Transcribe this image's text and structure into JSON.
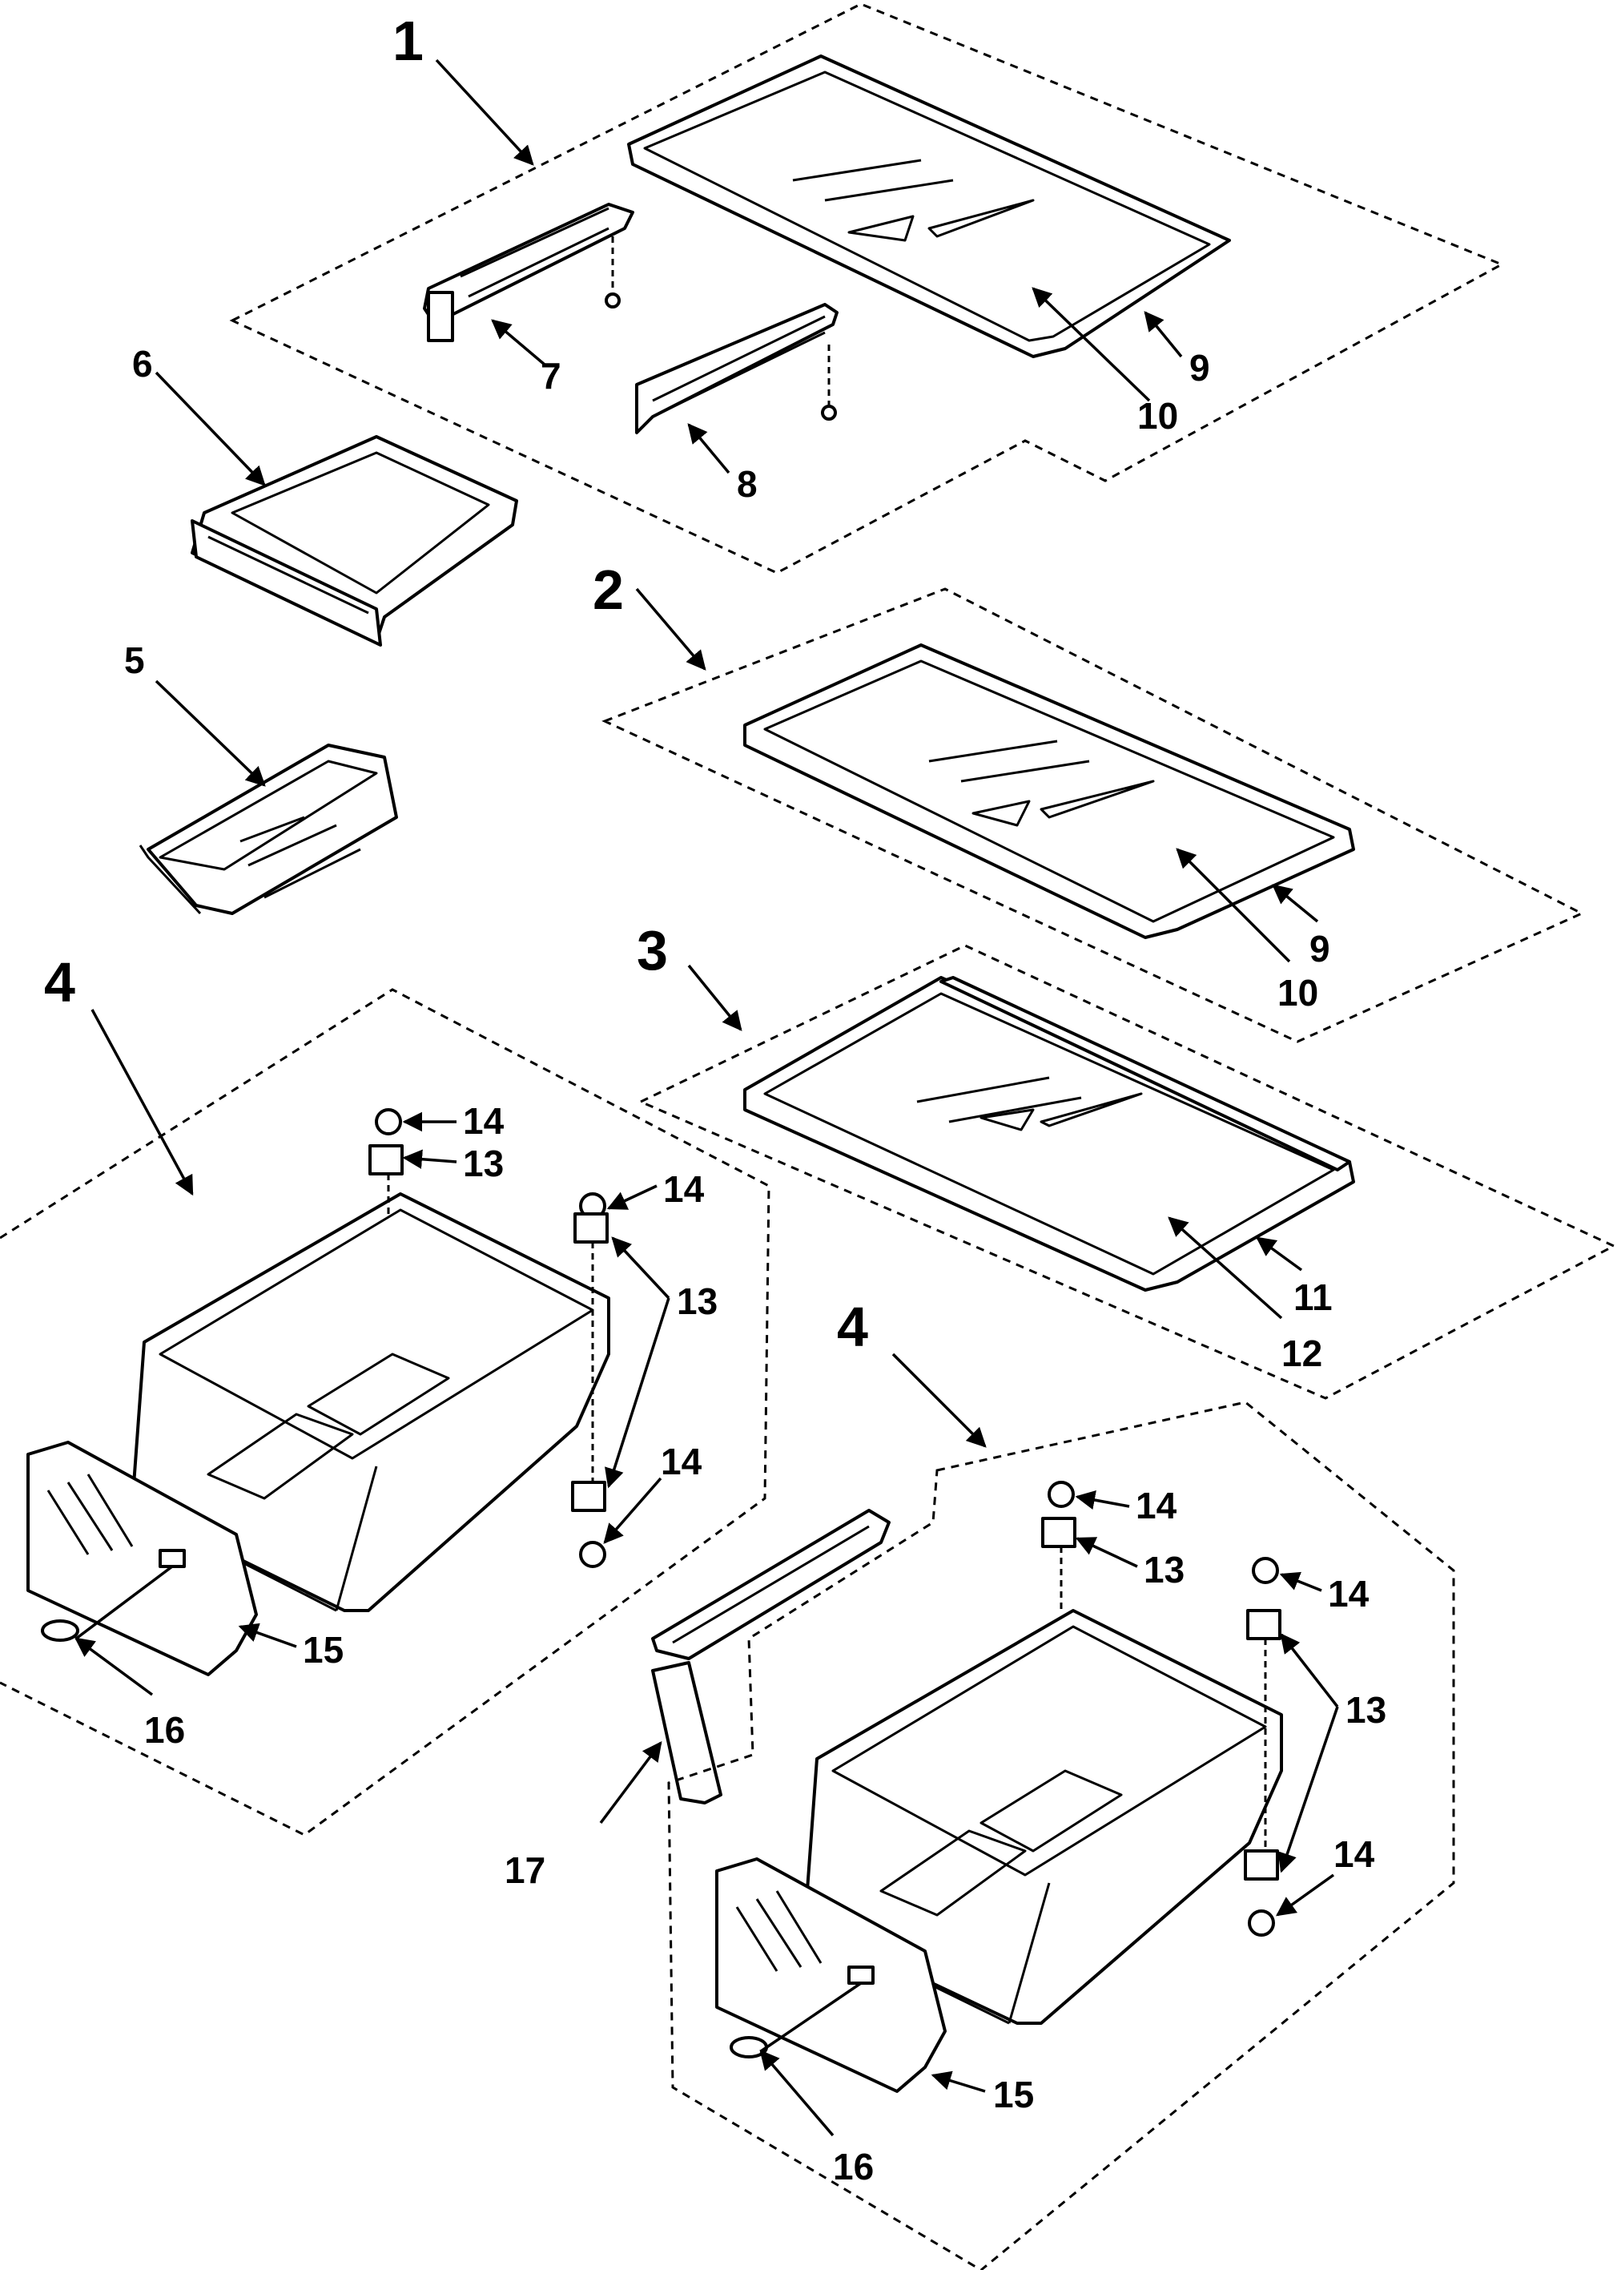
{
  "callouts": {
    "c1": "1",
    "c2": "2",
    "c3": "3",
    "c4a": "4",
    "c4b": "4",
    "c5": "5",
    "c6": "6",
    "c7": "7",
    "c8": "8",
    "c9a": "9",
    "c9b": "9",
    "c10a": "10",
    "c10b": "10",
    "c11": "11",
    "c12": "12",
    "c13a": "13",
    "c13b": "13",
    "c13c": "13",
    "c13d": "13",
    "c14a": "14",
    "c14b": "14",
    "c14c": "14",
    "c14d": "14",
    "c14e": "14",
    "c14f": "14",
    "c15a": "15",
    "c15b": "15",
    "c16a": "16",
    "c16b": "16",
    "c17": "17"
  }
}
